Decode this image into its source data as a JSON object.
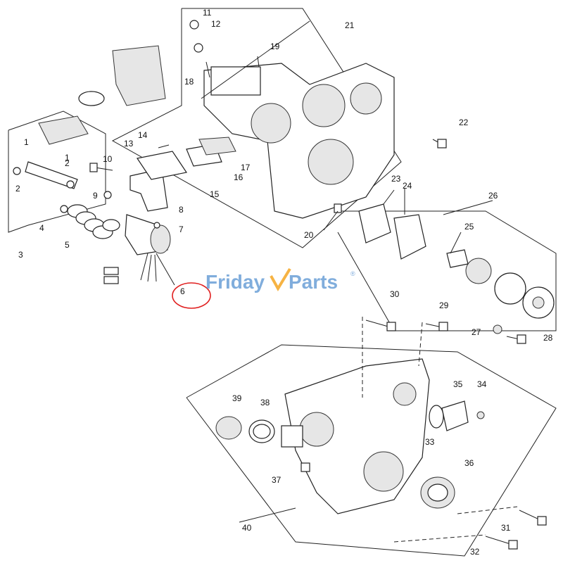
{
  "watermark": {
    "brand_part1": "Friday",
    "brand_part2": "Parts",
    "registered_mark": "®"
  },
  "highlight_color": "#e02020",
  "brand_blue": "#6a9fd6",
  "brand_orange": "#f5a623",
  "callouts": [
    "1",
    "1",
    "2",
    "2",
    "3",
    "4",
    "5",
    "6",
    "7",
    "8",
    "9",
    "10",
    "11",
    "12",
    "13",
    "14",
    "15",
    "16",
    "17",
    "18",
    "19",
    "20",
    "21",
    "22",
    "23",
    "24",
    "25",
    "26",
    "27",
    "28",
    "29",
    "30",
    "31",
    "32",
    "33",
    "34",
    "35",
    "36",
    "37",
    "38",
    "39",
    "40"
  ],
  "highlighted_callout": "6"
}
